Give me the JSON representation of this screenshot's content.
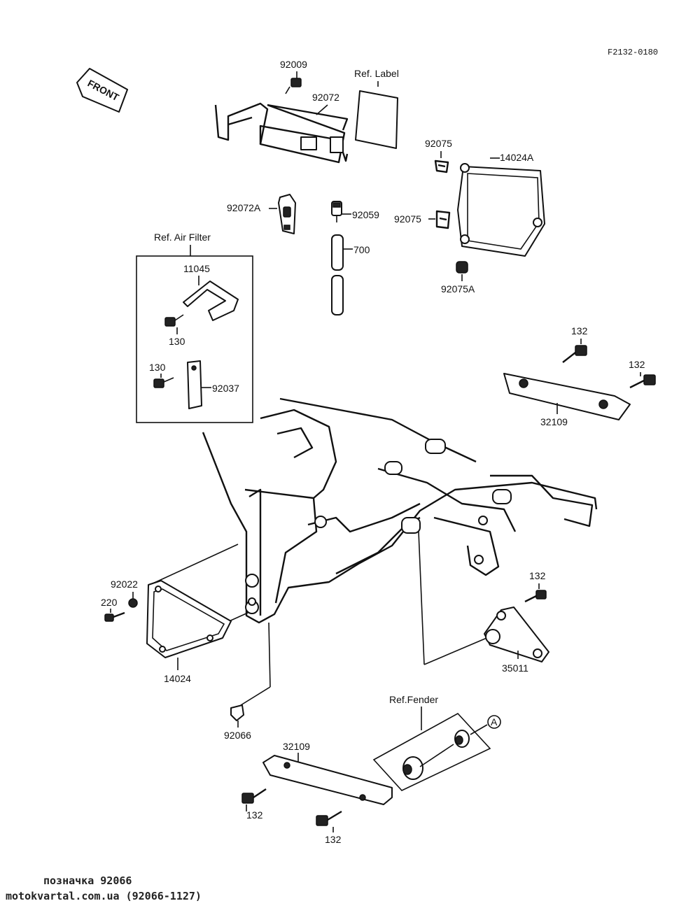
{
  "diagram_code": "F2132-0180",
  "front_arrow": "FRONT",
  "labels": {
    "p92009": "92009",
    "p92072": "92072",
    "ref_label": "Ref. Label",
    "p92075_top": "92075",
    "p14024A": "14024A",
    "p92072A": "92072A",
    "p92059": "92059",
    "p92075_mid": "92075",
    "p700": "700",
    "p92075A": "92075A",
    "ref_air_filter": "Ref. Air Filter",
    "p11045": "11045",
    "p130_a": "130",
    "p130_b": "130",
    "p92037": "92037",
    "p132_a": "132",
    "p132_b": "132",
    "p32109_top": "32109",
    "p92022": "92022",
    "p220": "220",
    "p14024": "14024",
    "p132_c": "132",
    "p35011": "35011",
    "ref_fender": "Ref.Fender",
    "p92066": "92066",
    "p32109_bot": "32109",
    "pA": "A",
    "p132_d": "132",
    "p132_e": "132"
  },
  "footer": {
    "line1": "позначка 92066",
    "line2": "motokvartal.com.ua (92066-1127)"
  }
}
